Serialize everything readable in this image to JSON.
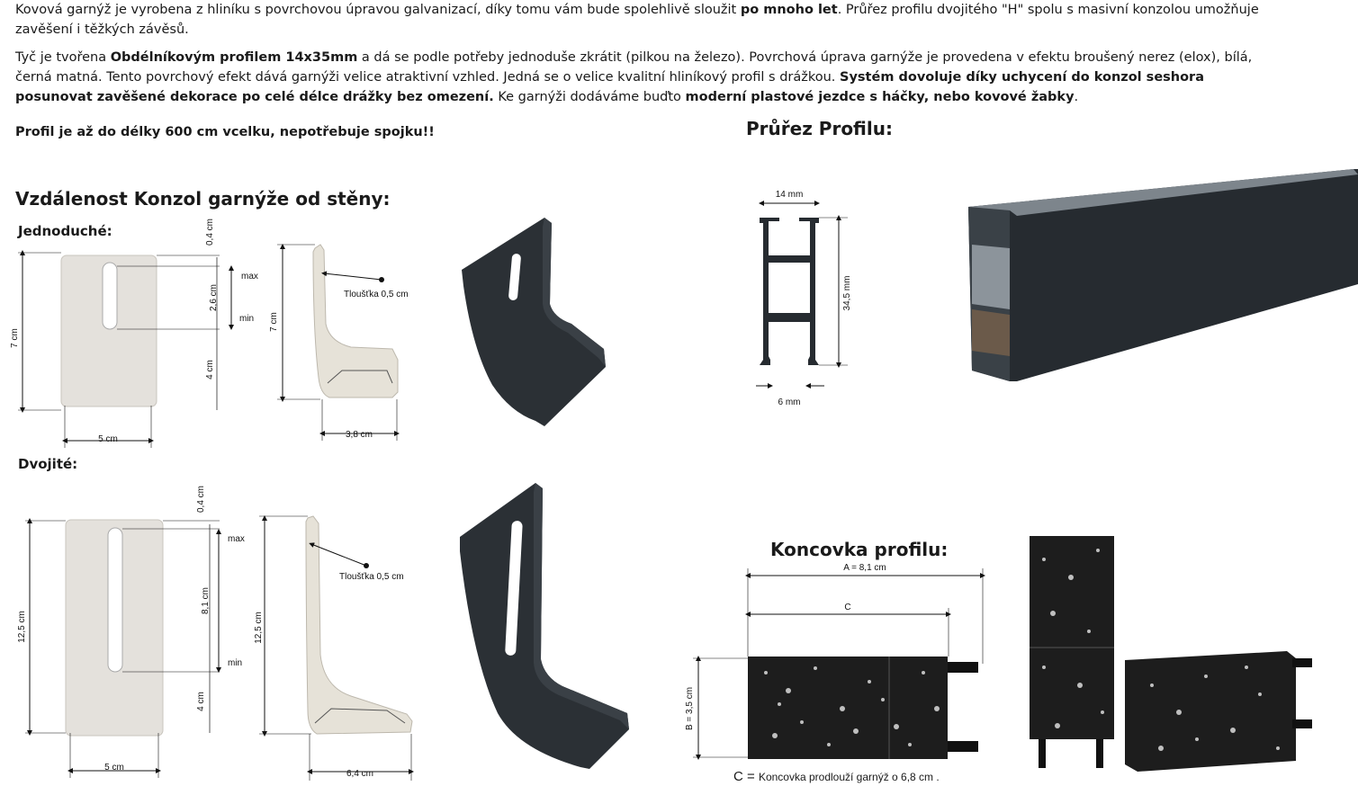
{
  "intro": {
    "p1_a": "Kovová garnýž je vyrobena z hliníku s povrchovou úpravou galvanizací, díky tomu vám bude spolehlivě sloužit ",
    "p1_b": "po mnoho let",
    "p1_c": ". Průřez profilu dvojitého \"H\" spolu s masivní konzolou umožňuje zavěšení i těžkých závěsů.",
    "p2_a": " Tyč je tvořena ",
    "p2_b": "Obdélníkovým profilem 14x35mm",
    "p2_c": " a dá se podle potřeby jednoduše zkrátit (pilkou na železo). Povrchová úprava garnýže je provedena v efektu broušený nerez (elox), bílá, černá matná. Tento povrchový efekt dává garnýži velice atraktivní vzhled. Jedná se o velice kvalitní hliníkový profil s drážkou. ",
    "p2_d": "Systém dovoluje díky uchycení do konzol seshora posunovat zavěšené dekorace po celé délce drážky bez omezení.",
    "p2_e": " Ke garnýži dodáváme buďto ",
    "p2_f": "moderní plastové jezdce s háčky, nebo kovové žabky",
    "p2_g": ".",
    "p3": "Profil je až do délky 600 cm vcelku, nepotřebuje spojku!!"
  },
  "sections": {
    "distance_title": "Vzdálenost Konzol garnýže od stěny:",
    "single_label": "Jednoduché:",
    "double_label": "Dvojité:",
    "profile_title": "Průřez Profilu:",
    "endcap_title": "Koncovka profilu:"
  },
  "single": {
    "h": "7 cm",
    "top": "0,4 cm",
    "slot": "2,6 cm",
    "bottom": "4 cm",
    "w": "5 cm",
    "max": "max",
    "min": "min",
    "side_h": "7 cm",
    "thick": "Tloušťka 0,5 cm",
    "depth": "3,8 cm"
  },
  "double": {
    "h": "12,5 cm",
    "top": "0,4 cm",
    "slot": "8,1 cm",
    "bottom": "4 cm",
    "w": "5 cm",
    "max": "max",
    "min": "min",
    "side_h": "12,5 cm",
    "thick": "Tloušťka 0,5 cm",
    "depth": "6,4 cm"
  },
  "profile": {
    "top": "14 mm",
    "height": "34,5 mm",
    "bottom": "6 mm"
  },
  "endcap": {
    "a": "A = 8,1 cm",
    "c": "C",
    "b": "B = 3,5 cm",
    "caption_c": "C = ",
    "caption_text": "Koncovka prodlouží garnýž o 6,8 cm ."
  },
  "colors": {
    "text": "#1a1a1a",
    "silver": "#e4e1dc",
    "black_part": "#2b3035",
    "profile": "#262b30"
  }
}
